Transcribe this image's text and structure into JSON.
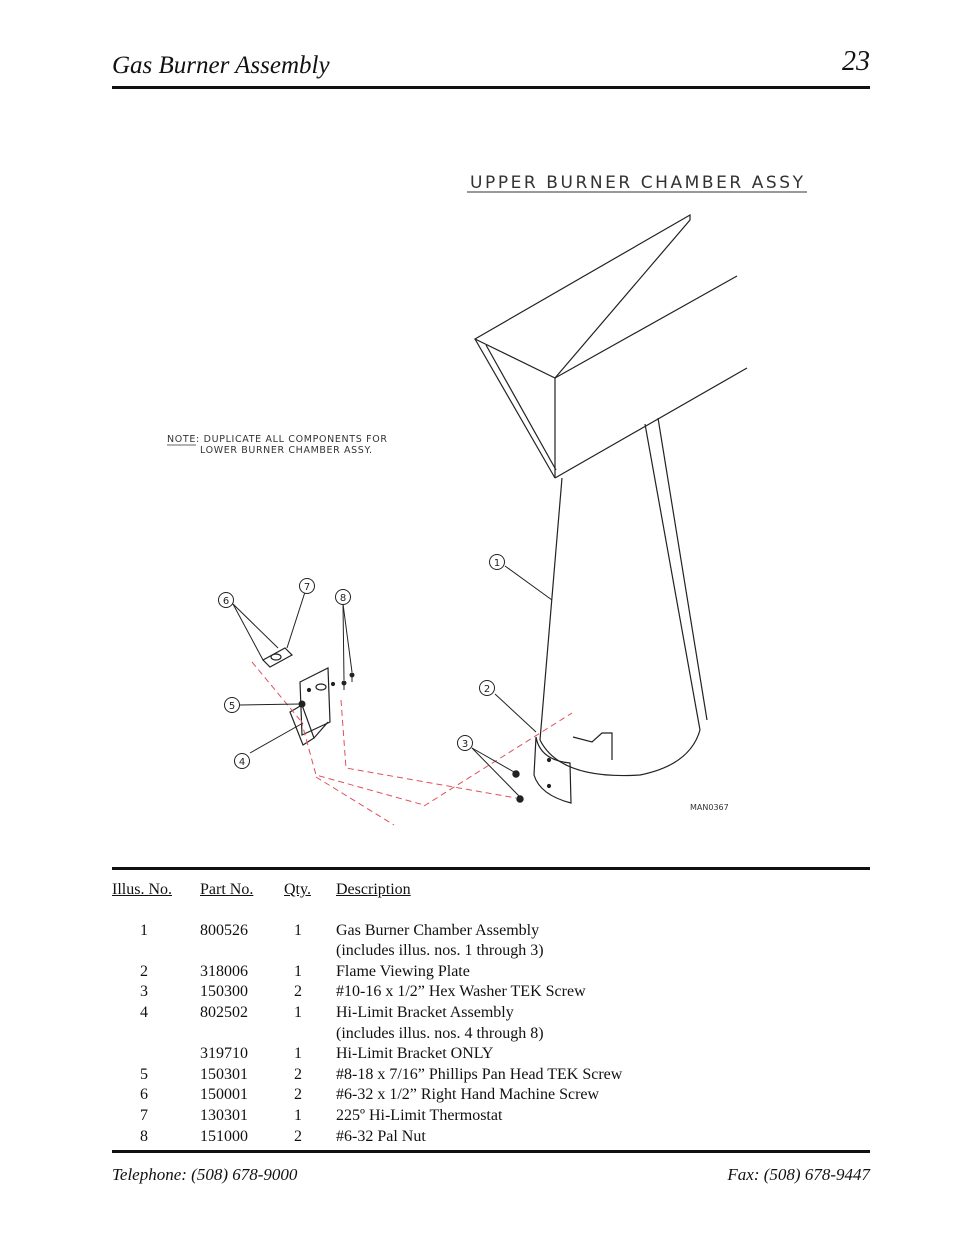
{
  "header": {
    "title": "Gas Burner Assembly",
    "page_number": "23"
  },
  "diagram": {
    "title": "UPPER BURNER CHAMBER ASSY",
    "note_line1": "NOTE: DUPLICATE ALL COMPONENTS FOR",
    "note_line2": "LOWER BURNER CHAMBER ASSY.",
    "drawing_id": "MAN0367",
    "callouts": [
      "1",
      "2",
      "3",
      "4",
      "5",
      "6",
      "7",
      "8"
    ]
  },
  "parts_table": {
    "columns": {
      "illus": "Illus. No.",
      "part": "Part  No.",
      "qty": "Qty.",
      "desc": "Description"
    },
    "rows": [
      {
        "illus": "1",
        "part": "800526",
        "qty": "1",
        "desc": "Gas Burner Chamber Assembly"
      },
      {
        "illus": "",
        "part": "",
        "qty": "",
        "desc": "(includes illus. nos. 1 through 3)"
      },
      {
        "illus": "2",
        "part": "318006",
        "qty": "1",
        "desc": "Flame Viewing Plate"
      },
      {
        "illus": "3",
        "part": "150300",
        "qty": "2",
        "desc": "#10-16 x 1/2” Hex Washer TEK Screw"
      },
      {
        "illus": "4",
        "part": "802502",
        "qty": "1",
        "desc": "Hi-Limit Bracket Assembly"
      },
      {
        "illus": "",
        "part": "",
        "qty": "",
        "desc": "(includes illus. nos. 4 through 8)"
      },
      {
        "illus": "",
        "part": "319710",
        "qty": "1",
        "desc": "Hi-Limit Bracket ONLY"
      },
      {
        "illus": "5",
        "part": "150301",
        "qty": "2",
        "desc": "#8-18 x 7/16” Phillips Pan Head TEK Screw"
      },
      {
        "illus": "6",
        "part": "150001",
        "qty": "2",
        "desc": "#6-32 x 1/2” Right Hand Machine Screw"
      },
      {
        "illus": "7",
        "part": "130301",
        "qty": "1",
        "desc": "225º Hi-Limit Thermostat"
      },
      {
        "illus": "8",
        "part": "151000",
        "qty": "2",
        "desc": "#6-32 Pal Nut"
      }
    ]
  },
  "footer": {
    "telephone": "Telephone: (508) 678-9000",
    "fax": "Fax: (508) 678-9447"
  },
  "colors": {
    "ink": "#111111",
    "dashed_leader": "#e0505a"
  }
}
